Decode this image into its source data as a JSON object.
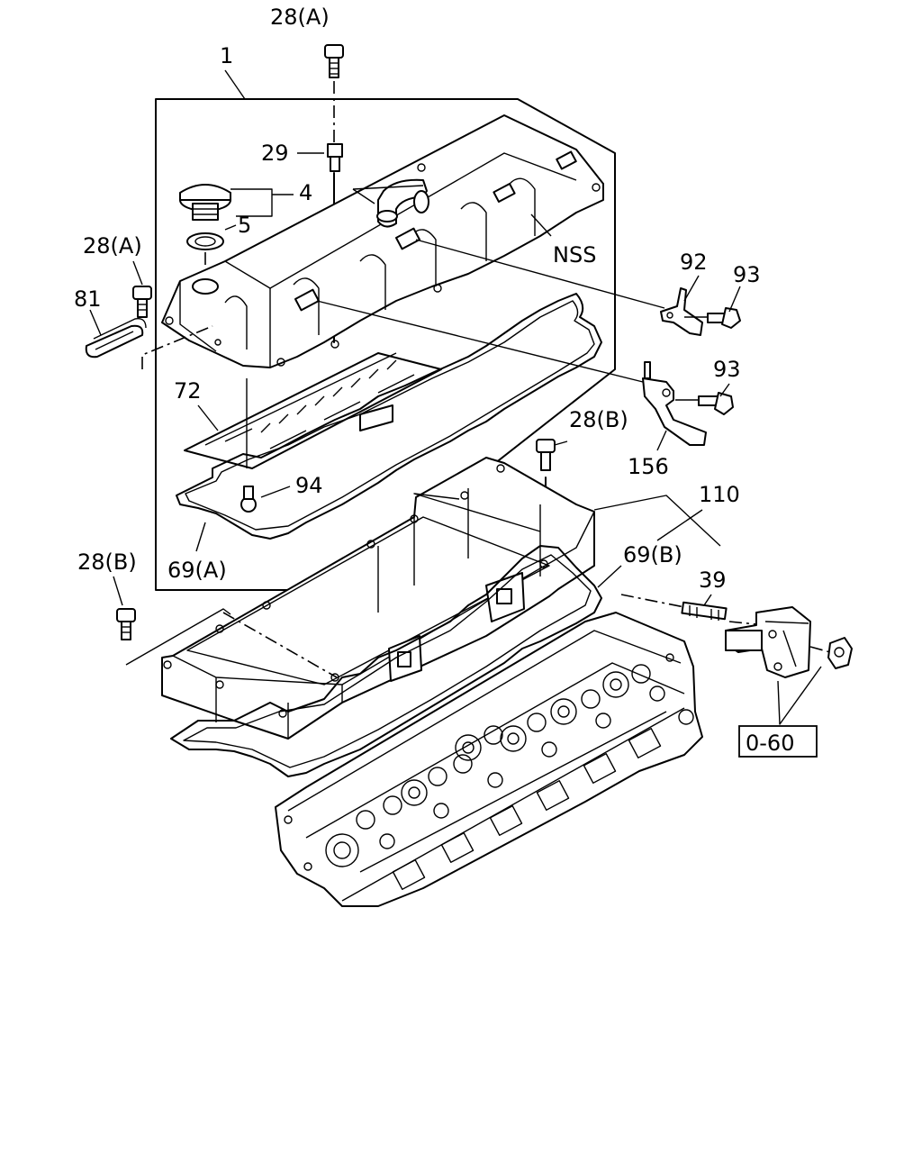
{
  "callouts": {
    "c28A_top": "28(A)",
    "c1": "1",
    "c29": "29",
    "c4": "4",
    "c5": "5",
    "c28A_left": "28(A)",
    "c81": "81",
    "cNSS": "NSS",
    "c92": "92",
    "c93a": "93",
    "c93b": "93",
    "c72": "72",
    "c28B_mid": "28(B)",
    "c156": "156",
    "c94": "94",
    "c110": "110",
    "c69B": "69(B)",
    "c69A": "69(A)",
    "c28B_left": "28(B)",
    "c39": "39",
    "c060": "0-60"
  }
}
